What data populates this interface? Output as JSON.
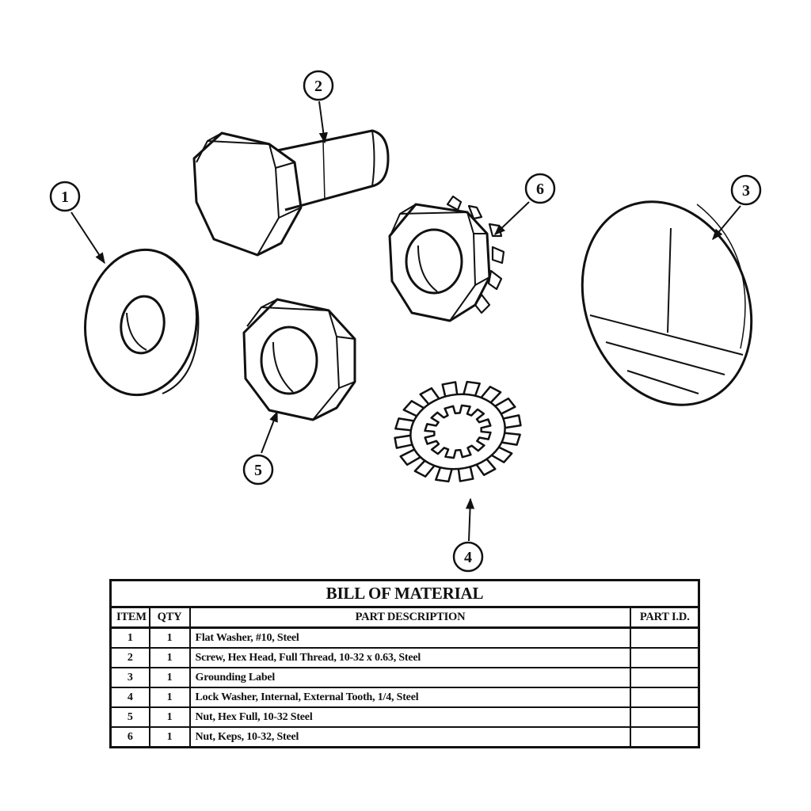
{
  "callouts": [
    {
      "item": "1"
    },
    {
      "item": "2"
    },
    {
      "item": "3"
    },
    {
      "item": "4"
    },
    {
      "item": "5"
    },
    {
      "item": "6"
    }
  ],
  "bom": {
    "title": "BILL OF MATERIAL",
    "headers": {
      "item": "ITEM",
      "qty": "QTY",
      "description": "PART DESCRIPTION",
      "part_id": "PART I.D."
    },
    "rows": [
      {
        "item": "1",
        "qty": "1",
        "description": "Flat Washer, #10, Steel",
        "part_id": ""
      },
      {
        "item": "2",
        "qty": "1",
        "description": "Screw, Hex Head, Full Thread, 10-32 x 0.63, Steel",
        "part_id": ""
      },
      {
        "item": "3",
        "qty": "1",
        "description": "Grounding Label",
        "part_id": ""
      },
      {
        "item": "4",
        "qty": "1",
        "description": "Lock Washer, Internal, External Tooth, 1/4, Steel",
        "part_id": ""
      },
      {
        "item": "5",
        "qty": "1",
        "description": "Nut, Hex Full, 10-32 Steel",
        "part_id": ""
      },
      {
        "item": "6",
        "qty": "1",
        "description": "Nut, Keps, 10-32, Steel",
        "part_id": ""
      }
    ]
  },
  "colors": {
    "line": "#111111",
    "background": "#ffffff"
  }
}
